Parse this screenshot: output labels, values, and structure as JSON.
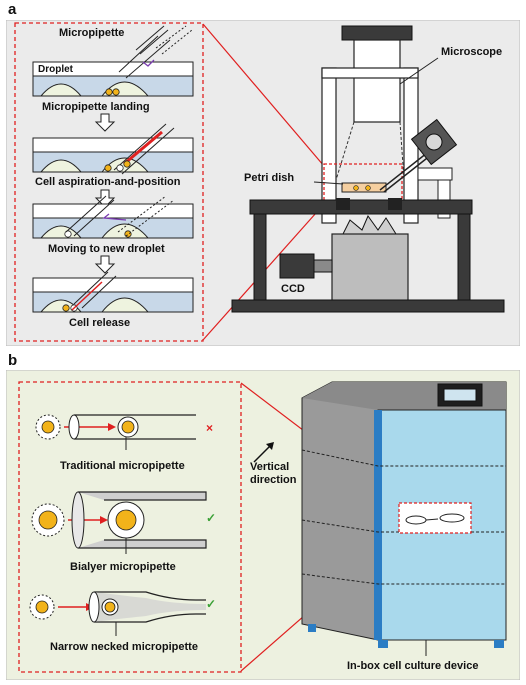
{
  "panel_a": {
    "letter": "a",
    "steps": [
      "Micropipette landing",
      "Cell aspiration-and-position",
      "Moving to new droplet",
      "Cell release"
    ],
    "labels": {
      "micropipette": "Micropipette",
      "droplet": "Droplet",
      "microscope": "Microscope",
      "petri_dish": "Petri dish",
      "ccd": "CCD"
    }
  },
  "panel_b": {
    "letter": "b",
    "pipettes": [
      "Traditional micropipette",
      "Bialyer micropipette",
      "Narrow necked micropipette"
    ],
    "marks": [
      "×",
      "✓",
      "✓"
    ],
    "vertical_direction": [
      "Vertical",
      "direction"
    ],
    "device": "In-box cell culture device"
  },
  "colors": {
    "panel_a_bg": "#ebebeb",
    "panel_b_bg": "#edf1e0",
    "dashed_red": "#e02020",
    "fluid": "#c8d8e8",
    "cell": "#f2b31a",
    "cabinet_front": "#a9d9ec",
    "cabinet_side": "#9a9a9a"
  }
}
